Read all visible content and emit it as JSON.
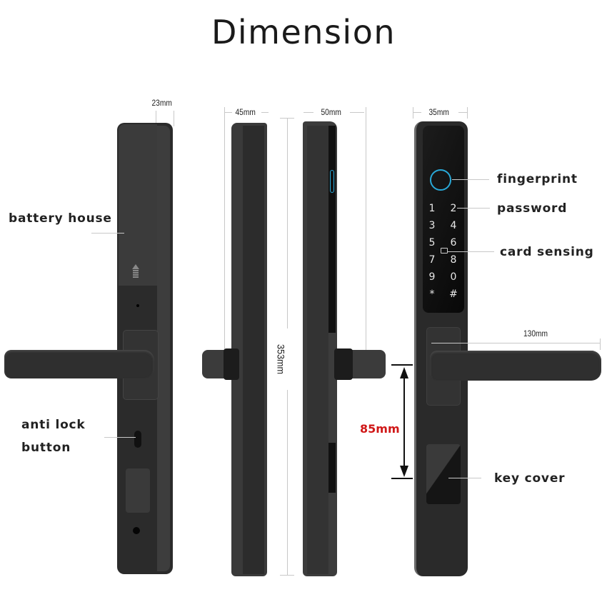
{
  "title": "Dimension",
  "dimensions": {
    "back_depth": "23mm",
    "side_depth_left": "45mm",
    "side_depth_right": "50mm",
    "front_width": "35mm",
    "overall_height": "353mm",
    "handle_length": "130mm",
    "handle_to_key": "85mm"
  },
  "callouts": {
    "battery_house": "battery house",
    "anti_lock_line1": "anti lock",
    "anti_lock_line2": "button",
    "fingerprint": "fingerprint",
    "password": "password",
    "card_sensing": "card sensing",
    "key_cover": "key cover"
  },
  "keypad": {
    "keys": [
      "1",
      "2",
      "3",
      "4",
      "5",
      "6",
      "7",
      "8",
      "9",
      "0",
      "*",
      "#"
    ]
  },
  "colors": {
    "body": "#2e2e2e",
    "accent_fingerprint": "#29a9d8",
    "highlight_dimension": "#d01818"
  }
}
